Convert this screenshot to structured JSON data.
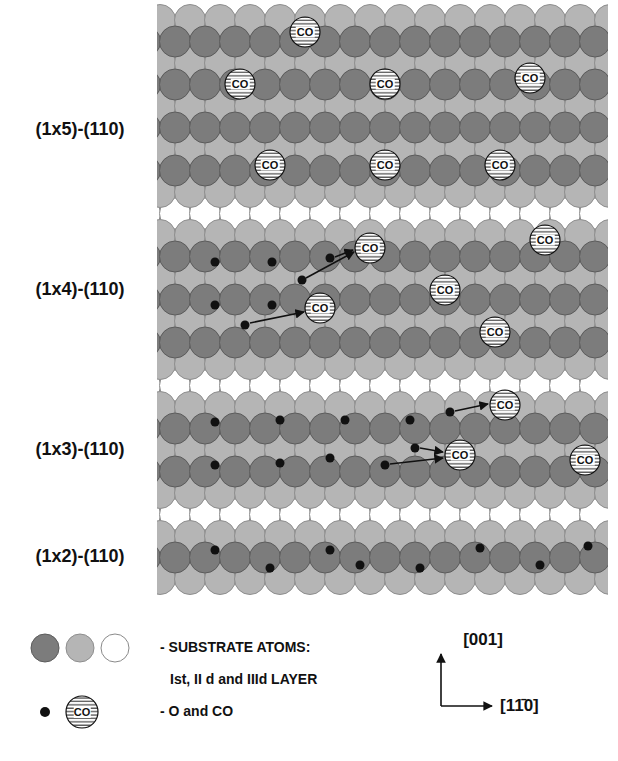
{
  "diagram": {
    "nodes": [
      {
        "text": [
          "CO"
        ]
      },
      {
        "text": [
          "CO"
        ]
      },
      {
        "text": [
          "CO"
        ]
      },
      {
        "text": [
          "CO"
        ]
      },
      {
        "text": [
          "CO"
        ]
      },
      {
        "text": [
          "CO"
        ]
      },
      {
        "text": [
          "CO"
        ]
      },
      {
        "text": [
          "CO"
        ]
      },
      {
        "text": [
          "CO"
        ]
      },
      {
        "text": [
          "CO"
        ]
      },
      {
        "text": [
          "CO"
        ]
      },
      {
        "text": [
          "CO"
        ]
      },
      {
        "text": [
          "CO"
        ]
      },
      {
        "text": [
          "CO"
        ]
      },
      {
        "text": [
          "CO"
        ]
      }
    ],
    "labels": [
      "(1x5)-(110)",
      "(1x4)-(110)",
      "(1x3)-(110)",
      "(1x2)-(110)",
      "Ist, II d and IIId LAYER",
      "CO",
      "[001]",
      "[11̄0]"
    ],
    "legend": [
      {
        "text": "- SUBSTRATE ATOMS:"
      },
      {
        "text": "- O and CO"
      }
    ]
  }
}
